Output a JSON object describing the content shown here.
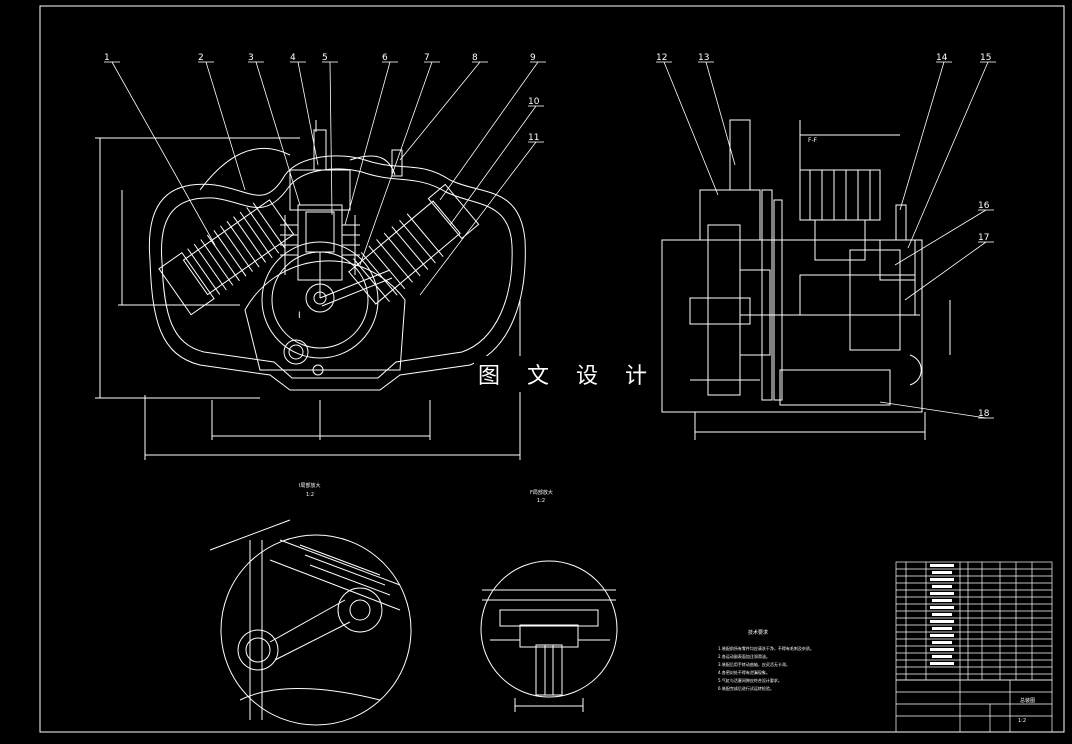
{
  "watermark": "图 文 设 计",
  "callouts_front": [
    "1",
    "2",
    "3",
    "4",
    "5",
    "6",
    "7",
    "8",
    "9",
    "10",
    "11"
  ],
  "callouts_side": [
    "12",
    "13",
    "14",
    "15",
    "16",
    "17",
    "18"
  ],
  "section_labels": {
    "front_1": "I",
    "side_1": "F-F"
  },
  "detail_views": {
    "left_title": "I局部放大",
    "left_scale": "1:2",
    "right_title": "F局部放大",
    "right_scale": "1:2"
  },
  "notes_title": "技术要求",
  "notes": [
    "1.装配前所有零件均应清洗干净，不得有毛刺及杂质。",
    "2.各运动副表面加注润滑油。",
    "3.装配后用手转动曲轴，应灵活无卡滞。",
    "4.各密封处不得有泄漏现象。",
    "5.气缸与活塞间隙应符合设计要求。",
    "6.装配完成后进行试运转检验。"
  ],
  "title_block": {
    "drawing_name": "总装图",
    "scale": "1:2"
  },
  "colors": {
    "background": "#000000",
    "line": "#ffffff"
  }
}
